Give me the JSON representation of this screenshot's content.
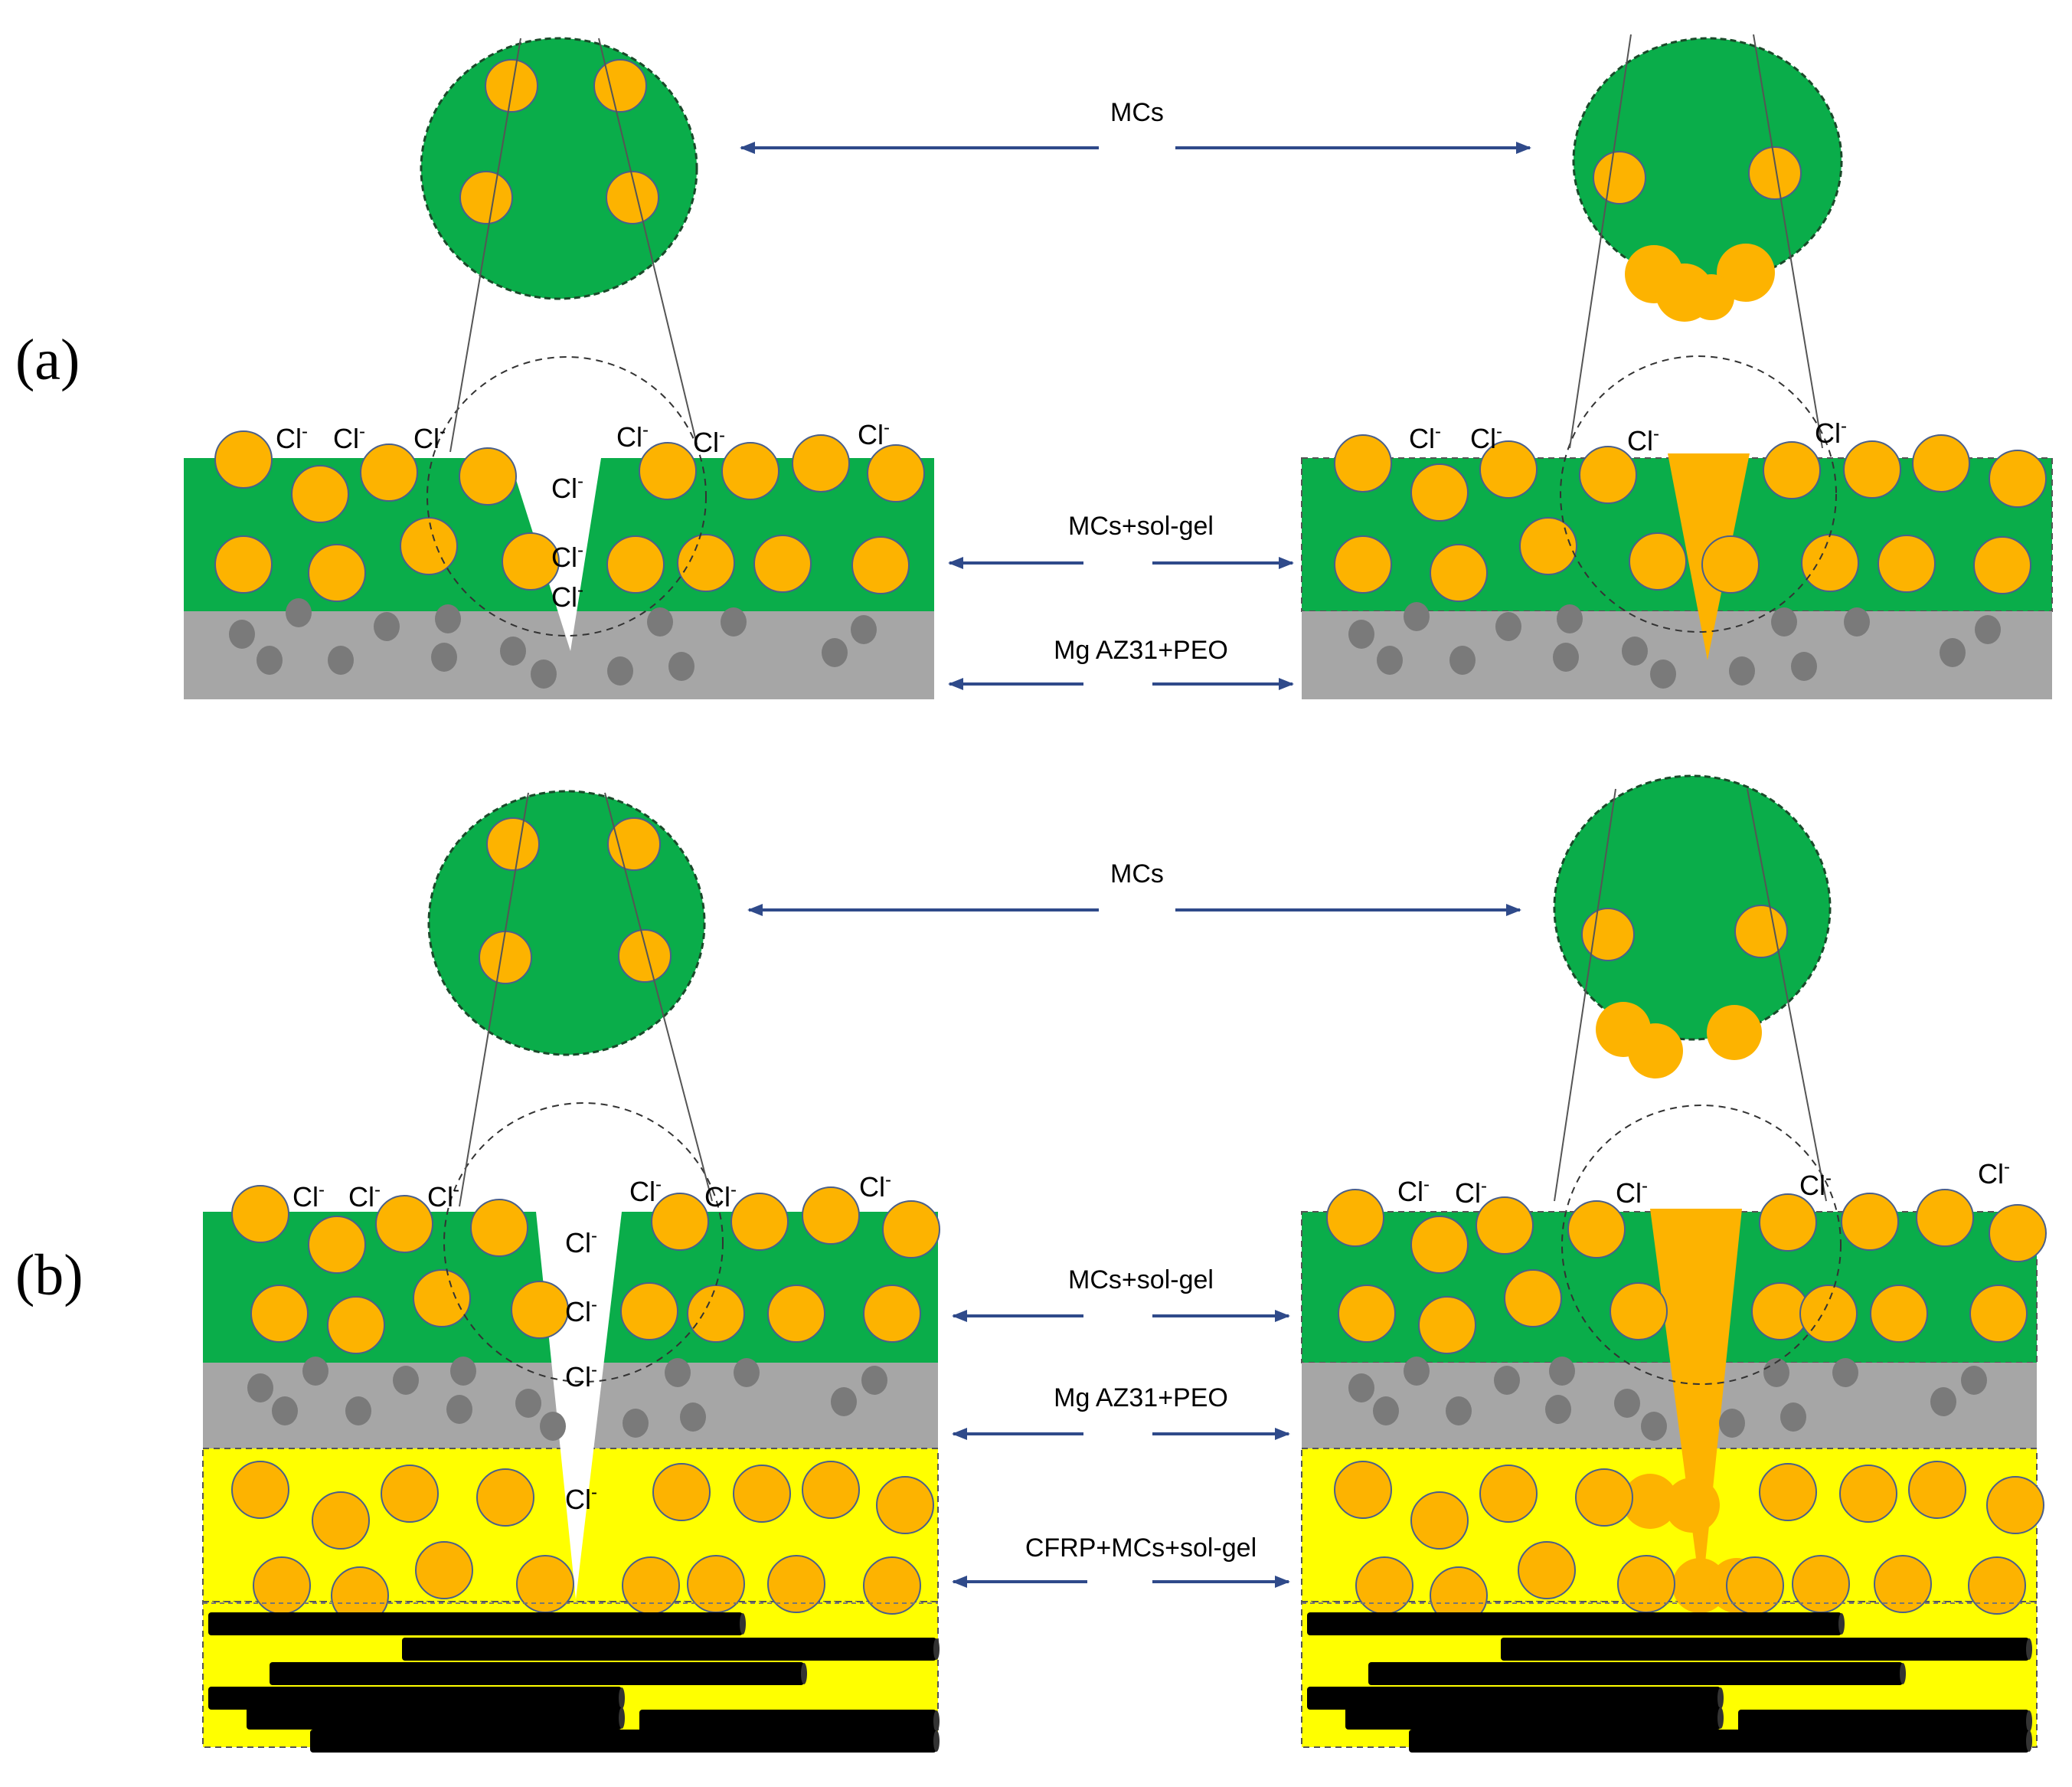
{
  "panels": {
    "a": {
      "label": "(a)"
    },
    "b": {
      "label": "(b)"
    }
  },
  "layer_labels": {
    "mcs": "MCs",
    "mcs_solgel": "MCs+sol-gel",
    "substrate": "Mg AZ31+PEO",
    "cfrp": "CFRP+MCs+sol-gel"
  },
  "ion_label": "Cl",
  "ion_charge": "-",
  "colors": {
    "coating_green": "#0aad4a",
    "capsule_orange": "#fdb300",
    "capsule_outline": "#4a5f8a",
    "substrate_gray": "#a6a6a6",
    "pore_gray": "#7a7a7a",
    "cfrp_yellow": "#ffff00",
    "fiber_black": "#000000",
    "arrow_blue": "#2f4a8a",
    "healing_agent": "#fdb300"
  }
}
